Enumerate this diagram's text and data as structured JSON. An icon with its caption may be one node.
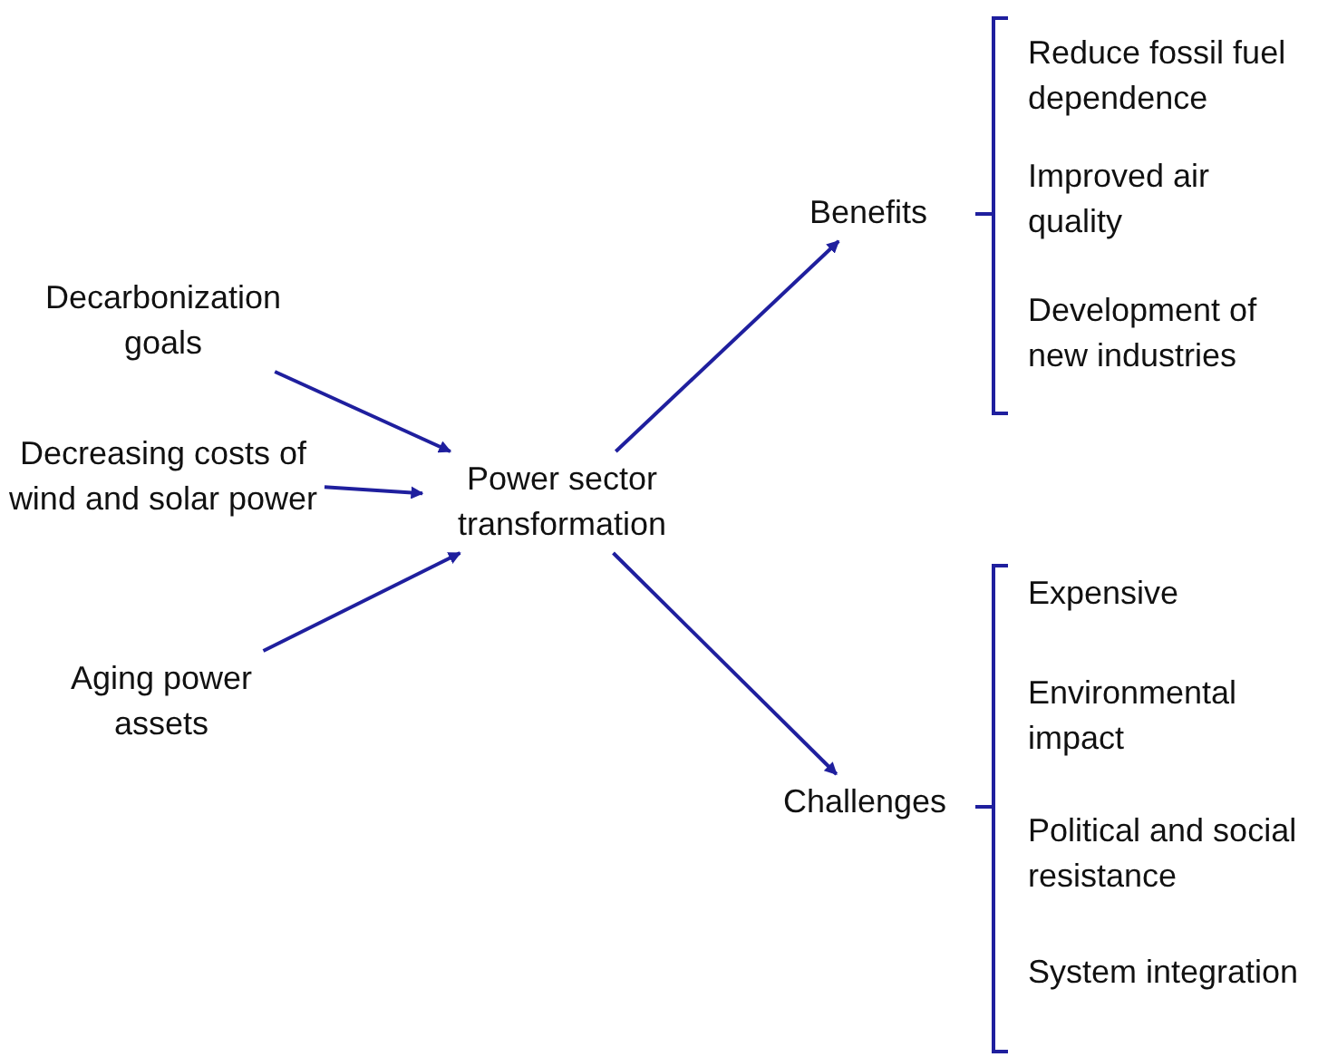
{
  "diagram": {
    "nodes": [
      {
        "text": [
          "Decarbonization goals"
        ]
      },
      {
        "text": [
          "Decreasing costs of wind and solar power"
        ]
      },
      {
        "text": [
          "Aging power assets"
        ]
      },
      {
        "text": [
          "Power sector transformation"
        ]
      },
      {
        "text": [
          "Benefits"
        ]
      },
      {
        "text": [
          "Challenges"
        ]
      }
    ],
    "edges": [
      {
        "from": 0,
        "to": 3,
        "arrow": "to"
      },
      {
        "from": 1,
        "to": 3,
        "arrow": "to"
      },
      {
        "from": 2,
        "to": 3,
        "arrow": "to"
      },
      {
        "from": 3,
        "to": 4,
        "arrow": "to"
      },
      {
        "from": 3,
        "to": 5,
        "arrow": "to"
      }
    ],
    "labels": [
      "Reduce fossil fuel dependence",
      "Improved air quality",
      "Development of new industries",
      "Expensive",
      "Environmental impact",
      "Political and social resistance",
      "System integration"
    ]
  }
}
